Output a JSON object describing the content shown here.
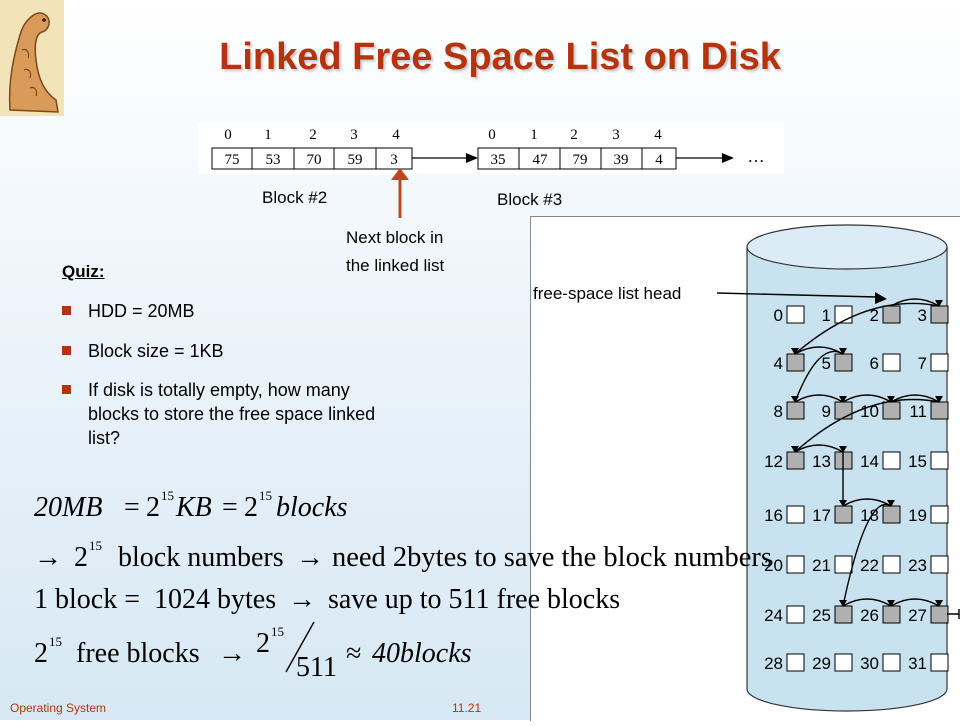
{
  "title": "Linked Free Space List on Disk",
  "block2": {
    "label": "Block #2",
    "indices": [
      "0",
      "1",
      "2",
      "3",
      "4"
    ],
    "values": [
      "75",
      "53",
      "70",
      "59",
      "3"
    ]
  },
  "block3": {
    "label": "Block #3",
    "indices": [
      "0",
      "1",
      "2",
      "3",
      "4"
    ],
    "values": [
      "35",
      "47",
      "79",
      "39",
      "4"
    ]
  },
  "ellipsis": "…",
  "annotation": {
    "line1": "Next block in",
    "line2": "the linked list"
  },
  "quiz": {
    "title": "Quiz:",
    "items": [
      [
        "HDD = 20MB"
      ],
      [
        "Block size = 1KB"
      ],
      [
        "If disk is totally empty, how many",
        "blocks to store the free space linked",
        "list?"
      ]
    ]
  },
  "math": {
    "line1": {
      "lhs": "20MB",
      "mid": "KB",
      "rhs": "blocks",
      "base": "2",
      "exp": "15"
    },
    "line2": {
      "text1": "block numbers",
      "text2": "need 2bytes to save the block numbers",
      "base": "2",
      "exp": "15"
    },
    "line3": {
      "text1": "1 block =",
      "text2": "1024 bytes",
      "text3": "save up to 511 free blocks"
    },
    "line4": {
      "text1": "free blocks",
      "num_base": "2",
      "num_exp": "15",
      "den": "511",
      "result": "40blocks",
      "base": "2",
      "exp": "15"
    }
  },
  "disk": {
    "head_label": "free-space list head",
    "blocks": [
      "0",
      "1",
      "2",
      "3",
      "4",
      "5",
      "6",
      "7",
      "8",
      "9",
      "10",
      "11",
      "12",
      "13",
      "14",
      "15",
      "16",
      "17",
      "18",
      "19",
      "20",
      "21",
      "22",
      "23",
      "24",
      "25",
      "26",
      "27",
      "28",
      "29",
      "30",
      "31"
    ],
    "free": [
      "2",
      "3",
      "4",
      "5",
      "8",
      "9",
      "10",
      "11",
      "12",
      "13",
      "17",
      "18",
      "25",
      "26",
      "27"
    ]
  },
  "footer": {
    "left": "Operating System",
    "center": "11.21"
  },
  "colors": {
    "title": "#b3340f",
    "accent": "#b3340f",
    "free_block": "#b0b0b0",
    "cylinder": "#c9e2f0"
  }
}
